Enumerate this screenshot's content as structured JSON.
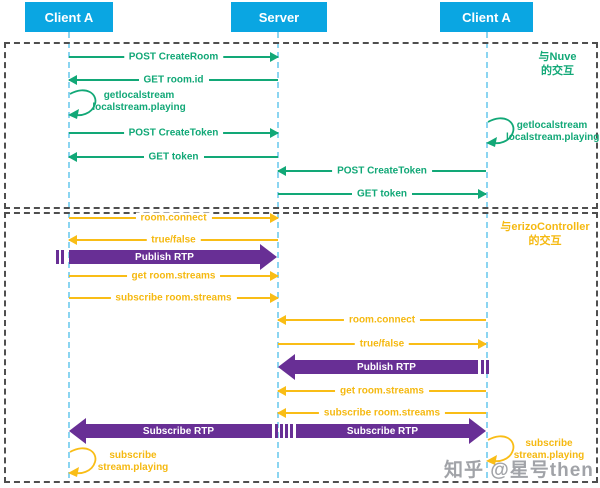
{
  "palette": {
    "actor_blue": "#0aa6e2",
    "arrow_green": "#12a877",
    "arrow_yellow": "#f9bd16",
    "arrow_purple": "#682f95",
    "lifeline_blue": "#8bd5f1",
    "region_border_gray": "#4f4f4f",
    "watermark_gray": "#8d9095"
  },
  "actors": [
    {
      "label": "Client A"
    },
    {
      "label": "Server"
    },
    {
      "label": "Client A"
    }
  ],
  "regions": [
    {
      "line1": "与Nuve",
      "line2": "的交互"
    },
    {
      "line1": "与erizoController",
      "line2": "的交互"
    }
  ],
  "messages": [
    {
      "label": "POST CreateRoom"
    },
    {
      "label": "GET room.id"
    },
    {
      "line1": "getlocalstream",
      "line2": "localstream.playing"
    },
    {
      "label": "POST CreateToken"
    },
    {
      "label": "GET token"
    },
    {
      "line1": "getlocalstream",
      "line2": "localstream.playing"
    },
    {
      "label": "POST CreateToken"
    },
    {
      "label": "GET token"
    },
    {
      "label": "room.connect"
    },
    {
      "label": "true/false"
    },
    {
      "label": "Publish RTP"
    },
    {
      "label": "get room.streams"
    },
    {
      "label": "subscribe room.streams"
    },
    {
      "label": "room.connect"
    },
    {
      "label": "true/false"
    },
    {
      "label": "Publish RTP"
    },
    {
      "label": "get room.streams"
    },
    {
      "label": "subscribe room.streams"
    },
    {
      "label": "Subscribe RTP"
    },
    {
      "label": "Subscribe RTP"
    },
    {
      "line1": "subscribe",
      "line2": "stream.playing"
    },
    {
      "line1": "subscribe",
      "line2": "stream.playing"
    }
  ],
  "watermark": {
    "text": "知乎 @星号then"
  }
}
